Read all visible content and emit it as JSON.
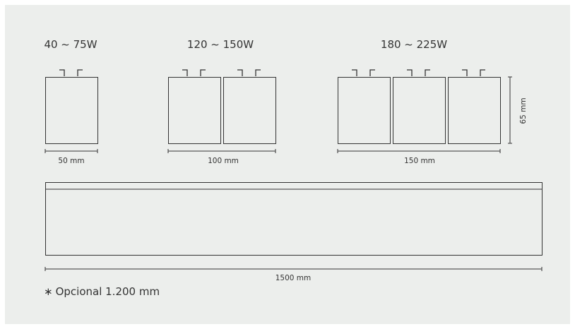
{
  "modules": [
    {
      "label": "40 ~ 75W",
      "boxes": 1,
      "width_label": "50 mm"
    },
    {
      "label": "120 ~ 150W",
      "boxes": 2,
      "width_label": "100 mm"
    },
    {
      "label": "180 ~ 225W",
      "boxes": 3,
      "width_label": "150 mm"
    }
  ],
  "height_label": "65 mm",
  "length_label": "1500 mm",
  "note": {
    "symbol": "∗",
    "text": "Opcional 1.200 mm"
  },
  "colors": {
    "background": "#eceeec",
    "stroke": "#333333"
  }
}
